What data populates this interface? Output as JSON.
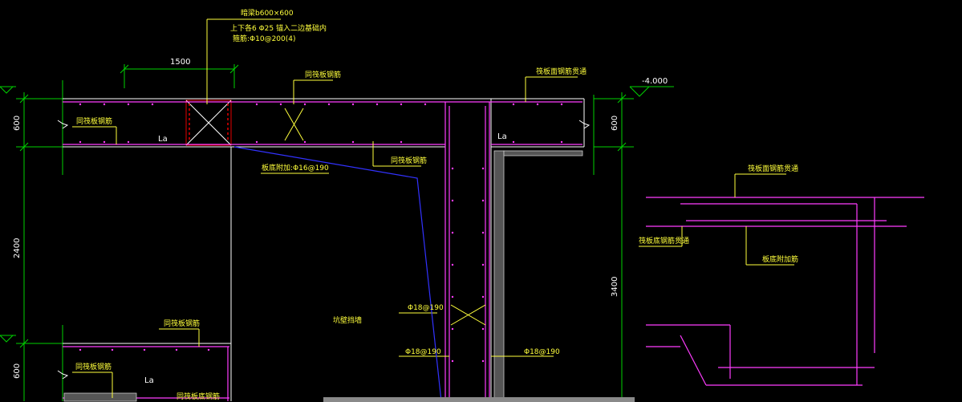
{
  "colors": {
    "background": "#000000",
    "rebar": "#ff3cff",
    "annotation": "#ffff3c",
    "outline": "#ffffff",
    "dimension": "#00d200",
    "crossing": "#3232ff",
    "column": "#e60000"
  },
  "annotations": {
    "beam_title": "暗梁b600×600",
    "beam_main": "上下各6 Φ25 锚入二边基础内",
    "beam_stirrup": "箍筋:Φ10@200(4)",
    "same_raft_top": "同筏板钢筋",
    "same_raft_left": "同筏板钢筋",
    "same_raft_mid": "同筏板钢筋",
    "same_raft_lower": "同筏板钢筋",
    "same_raft_lower_left": "同筏板钢筋",
    "same_raft_bottom": "同筏板底钢筋",
    "raft_top_cont": "筏板面钢筋贯通",
    "raft_top_cont_right": "筏板面钢筋贯通",
    "raft_bottom_cont": "筏板底钢筋贯通",
    "raft_bottom_add": "板底附加筋",
    "slab_bottom_add": "板底附加:Φ16@190",
    "pit_wall": "坑壁挡墙",
    "bar1": "Φ18@190",
    "bar2": "Φ18@190",
    "bar3": "Φ18@190",
    "la1": "La",
    "la2": "La",
    "la3": "La",
    "elevation": "-4.000"
  },
  "dimensions": {
    "d1500": "1500",
    "d600_top_left": "600",
    "d600_right": "600",
    "d2400": "2400",
    "d3400": "3400",
    "d600_bottom_left": "600"
  }
}
